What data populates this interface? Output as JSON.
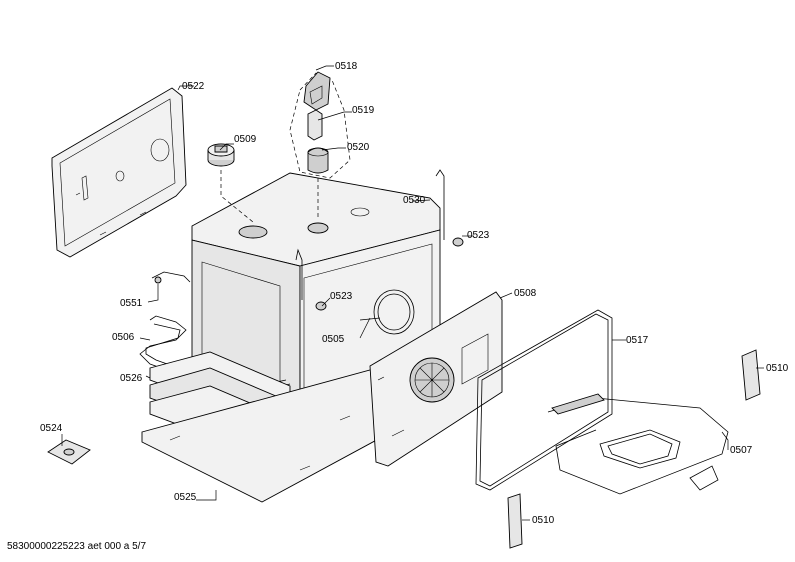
{
  "labels": {
    "p0522": "0522",
    "p0518": "0518",
    "p0519": "0519",
    "p0509": "0509",
    "p0520": "0520",
    "p0530": "0530",
    "p0523a": "0523",
    "p0551": "0551",
    "p0523b": "0523",
    "p0508": "0508",
    "p0506": "0506",
    "p0505": "0505",
    "p0517": "0517",
    "p0510a": "0510",
    "p0526": "0526",
    "p0524": "0524",
    "p0507": "0507",
    "p0525": "0525",
    "p0510b": "0510"
  },
  "footer": "58300000225223 aet 000 a 5/7"
}
